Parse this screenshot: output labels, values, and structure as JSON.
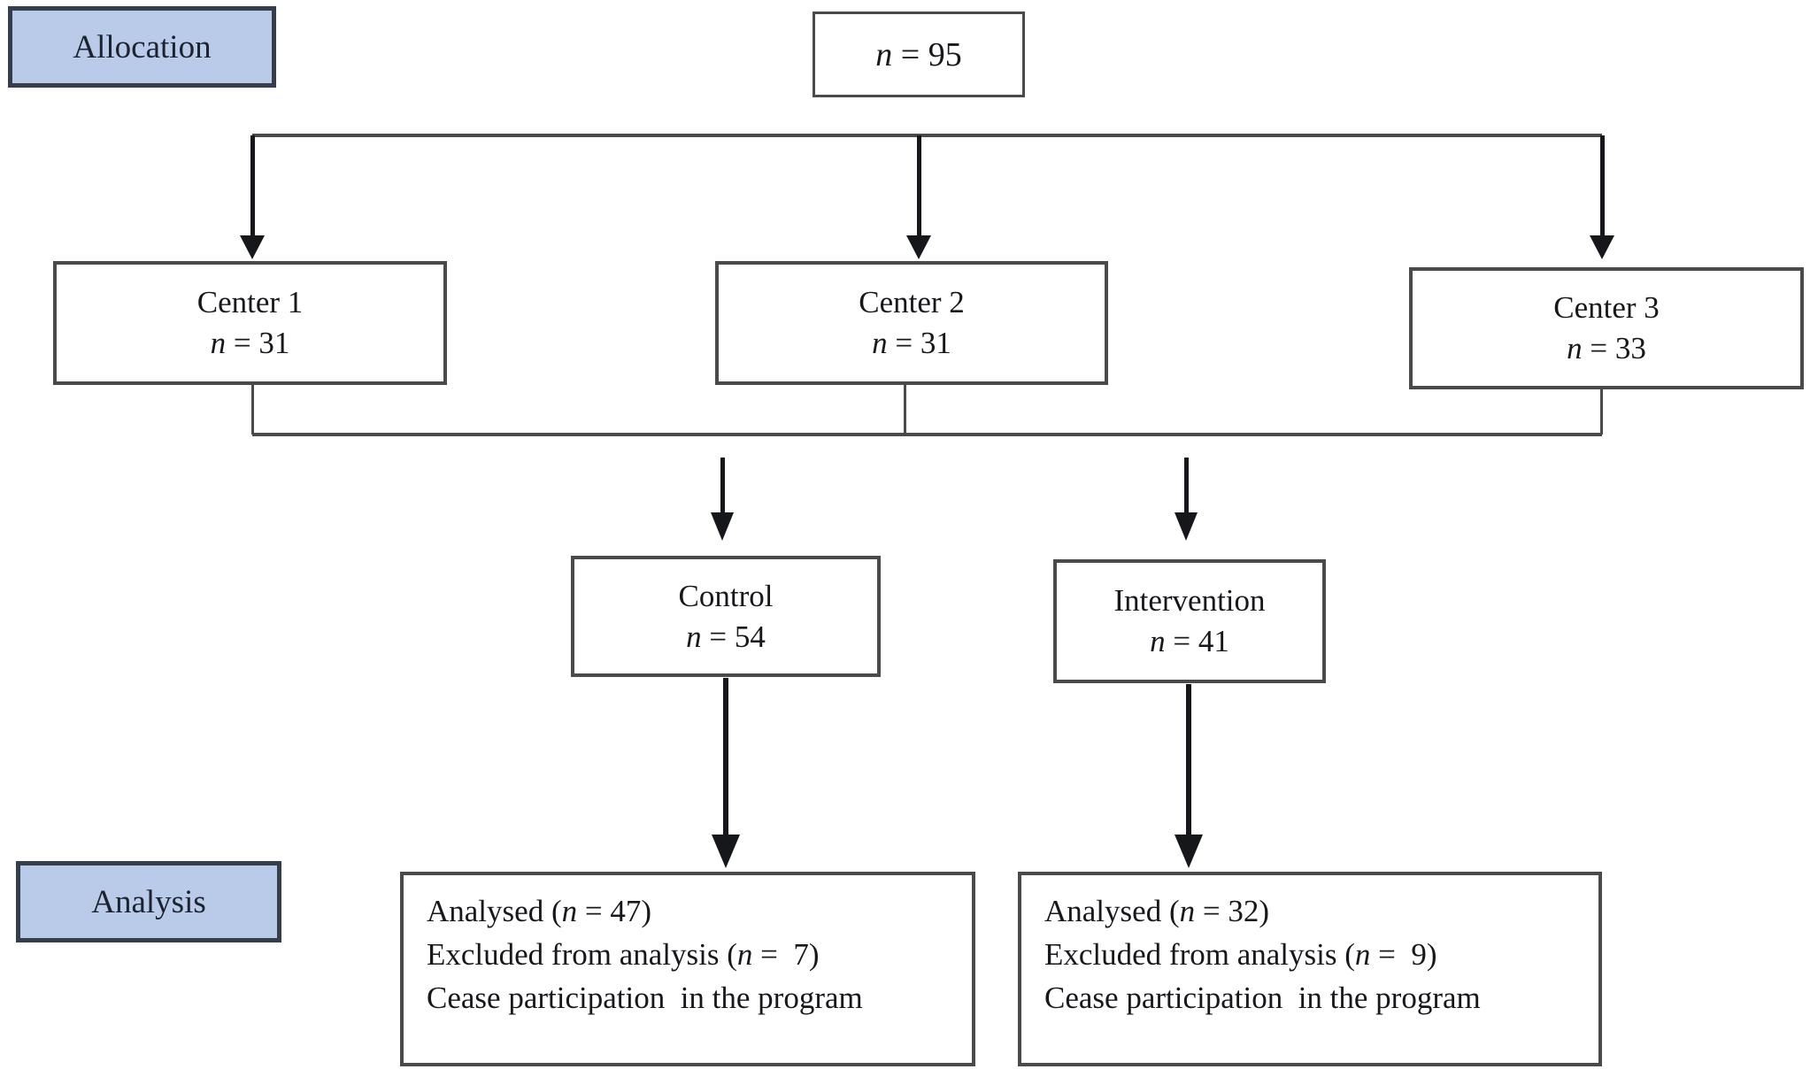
{
  "colors": {
    "stage_fill": "#b9cbe9",
    "stage_border": "#363d4b",
    "box_border": "#4a4a4a",
    "arrow": "#15171a",
    "text": "#16181c"
  },
  "stages": {
    "allocation": "Allocation",
    "analysis": "Analysis"
  },
  "flow": {
    "total": {
      "n": "n",
      "rest": " = 95"
    },
    "centers": [
      {
        "title": "Center 1",
        "n": "n",
        "rest": " = 31"
      },
      {
        "title": "Center 2",
        "n": "n",
        "rest": " = 31"
      },
      {
        "title": "Center 3",
        "n": "n",
        "rest": " = 33"
      }
    ],
    "groups": [
      {
        "title": "Control",
        "n": "n",
        "rest": " = 54"
      },
      {
        "title": "Intervention",
        "n": "n",
        "rest": " = 41"
      }
    ],
    "analysis_boxes": [
      {
        "lines": [
          {
            "pre": "Analysed (",
            "n": "n",
            "post": " = 47)"
          },
          {
            "pre": "Excluded from analysis (",
            "n": "n",
            "post": " =  7)"
          },
          {
            "pre": "Cease participation  in the program",
            "n": "",
            "post": ""
          }
        ]
      },
      {
        "lines": [
          {
            "pre": "Analysed (",
            "n": "n",
            "post": " = 32)"
          },
          {
            "pre": "Excluded from analysis (",
            "n": "n",
            "post": " =  9)"
          },
          {
            "pre": "Cease participation  in the program",
            "n": "",
            "post": ""
          }
        ]
      }
    ]
  }
}
